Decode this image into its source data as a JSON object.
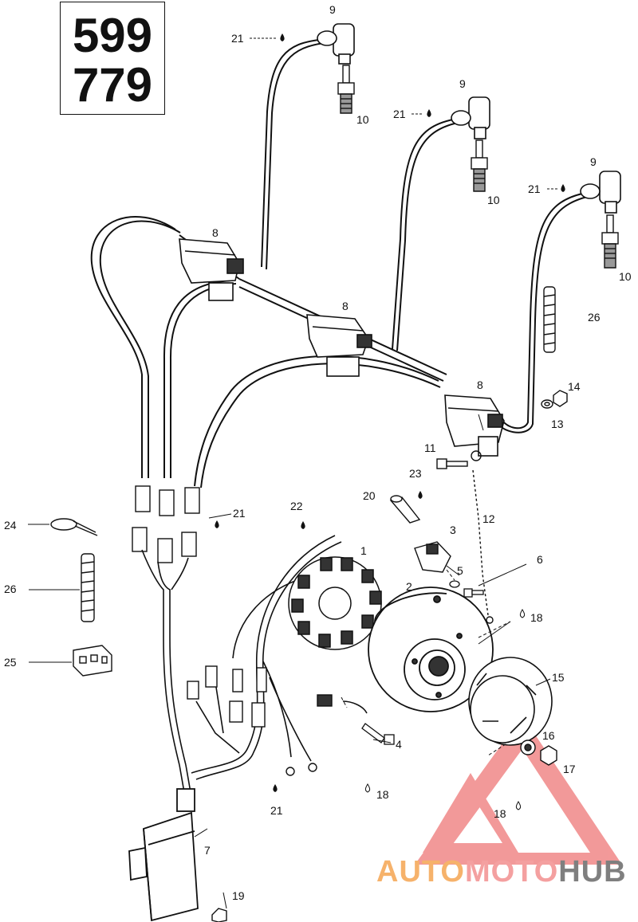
{
  "model_numbers": [
    "599",
    "779"
  ],
  "callouts": {
    "c9a": "9",
    "c9b": "9",
    "c9c": "9",
    "c10a": "10",
    "c10b": "10",
    "c10c": "10",
    "c21a": "21",
    "c21b": "21",
    "c21c": "21",
    "c21d": "21",
    "c21e": "21",
    "c8a": "8",
    "c8b": "8",
    "c8c": "8",
    "c26a": "26",
    "c26b": "26",
    "c14": "14",
    "c13": "13",
    "c11": "11",
    "c23": "23",
    "c20": "20",
    "c12": "12",
    "c22": "22",
    "c3": "3",
    "c1": "1",
    "c5": "5",
    "c6": "6",
    "c2": "2",
    "c18a": "18",
    "c18b": "18",
    "c18c": "18",
    "c24": "24",
    "c25": "25",
    "c15": "15",
    "c16": "16",
    "c17": "17",
    "c4": "4",
    "c7": "7",
    "c19": "19"
  },
  "watermark": {
    "part1": "AUTO",
    "part2": "MOTO",
    "part3": "HUB",
    "color1": "#f6b26b",
    "color2": "#f4a0a0",
    "color3": "#7f7f7f"
  }
}
